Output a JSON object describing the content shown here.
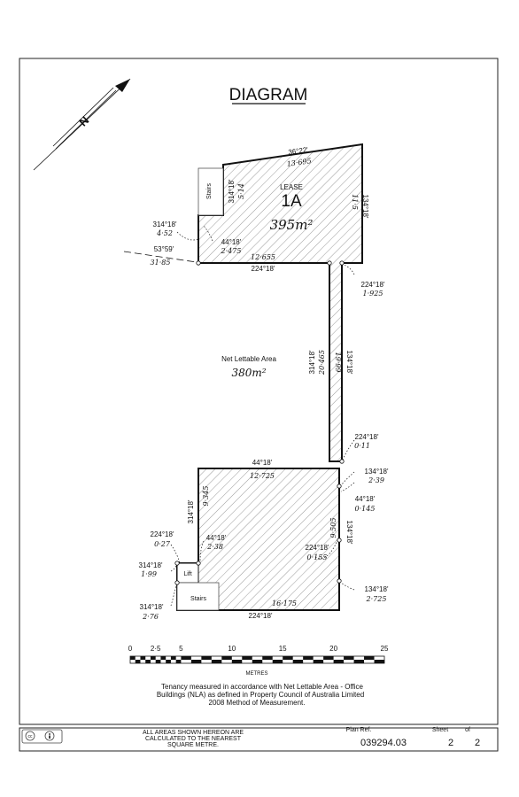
{
  "title": "DIAGRAM",
  "lease": {
    "label": "LEASE",
    "id": "1A",
    "area": "395m²"
  },
  "net_lettable": {
    "label": "Net Lettable Area",
    "area": "380m²"
  },
  "rooms": {
    "stairs_upper": "Stairs",
    "lift": "Lift",
    "stairs_lower": "Stairs"
  },
  "dimensions": {
    "top_bearing": "36°22'",
    "top_distance": "13·695",
    "right_bearing": "134°18'",
    "right_distance": "11·5",
    "stair_bearing": "314°18'",
    "stair_distance": "5·14",
    "left_notch_bearing": "314°18'",
    "left_notch_distance": "4·52",
    "notch_bearing": "44°18'",
    "notch_distance": "2·475",
    "radial_bearing": "53°59'",
    "radial_distance": "31·85",
    "upper_bottom_distance": "12·655",
    "upper_bottom_bearing": "224°18'",
    "right_step_bearing": "224°18'",
    "right_step_distance": "1·925",
    "corridor_left_bearing": "314°18'",
    "corridor_left_distance": "20·465",
    "corridor_right_distance": "19·99",
    "corridor_right_bearing": "134°18'",
    "lower_right_step_bearing": "224°18'",
    "lower_right_step_distance": "0·11",
    "lower_top_bearing": "44°18'",
    "lower_top_distance": "12·725",
    "right_a_bearing": "134°18'",
    "right_a_distance": "2·39",
    "right_b_bearing": "44°18'",
    "right_b_distance": "0·145",
    "lower_left_bearing": "314°18'",
    "lower_left_distance": "9·345",
    "lower_right_distance": "9·505",
    "lower_right_bearing": "134°18'",
    "lift_top_bearing": "224°18'",
    "lift_top_distance": "0·27",
    "lift_right_bearing": "44°18'",
    "lift_right_distance": "2·38",
    "inner_bearing": "224°18'",
    "inner_distance": "0·155",
    "lift_left_bearing": "314°18'",
    "lift_left_distance": "1·99",
    "right_c_bearing": "134°18'",
    "right_c_distance": "2·725",
    "bottom_left_bearing": "314°18'",
    "bottom_left_distance": "2·76",
    "bottom_distance": "16·175",
    "bottom_bearing": "224°18'"
  },
  "scale_bar": {
    "ticks": [
      "0",
      "2·5",
      "5",
      "10",
      "15",
      "20",
      "25"
    ],
    "unit": "METRES"
  },
  "note": {
    "line1": "Tenancy measured in accordance with Net Lettable Area - Office",
    "line2": "Buildings (NLA) as defined in Property Council of Australia Limited",
    "line3": "2008 Method of Measurement."
  },
  "footer": {
    "areas_line1": "ALL AREAS SHOWN HEREON ARE",
    "areas_line2": "CALCULATED TO THE NEAREST",
    "areas_line3": "SQUARE METRE.",
    "plan_ref_label": "Plan Ref.",
    "plan_ref": "039294.03",
    "sheet_label": "Sheet",
    "of_label": "of",
    "sheet": "2",
    "sheet_total": "2",
    "license_badge": "cc"
  },
  "icons": {
    "north": "north-arrow-icon",
    "license": "creative-commons-icon"
  }
}
